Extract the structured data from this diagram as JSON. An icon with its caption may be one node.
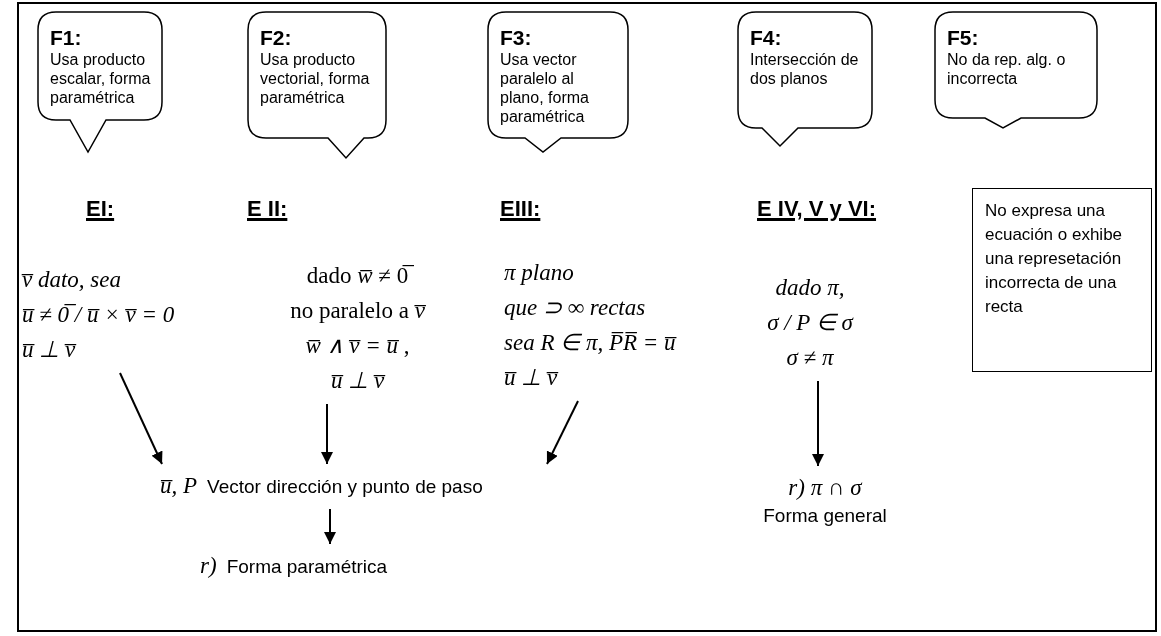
{
  "diagram": {
    "nodes": [
      {
        "text": [
          "F1:",
          "Usa producto escalar, forma paramétrica"
        ]
      },
      {
        "text": [
          "F2:",
          "Usa producto vectorial, forma paramétrica"
        ]
      },
      {
        "text": [
          "F3:",
          "Usa vector paralelo al plano, forma paramétrica"
        ]
      },
      {
        "text": [
          "F4:",
          "Intersección de dos planos"
        ]
      },
      {
        "text": [
          "F5:",
          "No da rep. alg. o incorrecta"
        ]
      },
      {
        "text": [
          "No expresa una ecuación o exhibe una represetación incorrecta de una recta"
        ]
      },
      {
        "text": [
          "*v̅ dato, sea*",
          "*u̅ ≠ 0̅ / u̅ × v̅ = 0*",
          "*u̅ ⊥ v̅*"
        ]
      },
      {
        "text": [
          "dado *w̅* ≠ 0̅",
          "no paralelo a *v̅*",
          "*w̅ ∧ v̅ = u̅* ,",
          "*u̅ ⊥ v̅*"
        ]
      },
      {
        "text": [
          "*π plano*",
          "*que ⊃ ∞ rectas*",
          "*sea R ∈ π, P̅R̅ = u̅*",
          "*u̅ ⊥ v̅*"
        ]
      },
      {
        "text": [
          "*dado π,*",
          "*σ / P ∈ σ*",
          "*σ ≠ π*"
        ]
      },
      {
        "text": [
          "*u̅, P*",
          "Vector dirección y punto de paso"
        ]
      },
      {
        "text": [
          "*r)*",
          "Forma paramétrica"
        ]
      },
      {
        "text": [
          "*r) π ∩ σ*",
          "Forma general"
        ]
      }
    ],
    "edges": [
      {
        "from": 6,
        "to": 10,
        "arrow": "to"
      },
      {
        "from": 7,
        "to": 10,
        "arrow": "to"
      },
      {
        "from": 8,
        "to": 10,
        "arrow": "to"
      },
      {
        "from": 10,
        "to": 11,
        "arrow": "to"
      },
      {
        "from": 9,
        "to": 12,
        "arrow": "to"
      }
    ],
    "labels": [
      "EI:",
      "E II:",
      "EIII:",
      "E IV, V y VI:"
    ]
  }
}
